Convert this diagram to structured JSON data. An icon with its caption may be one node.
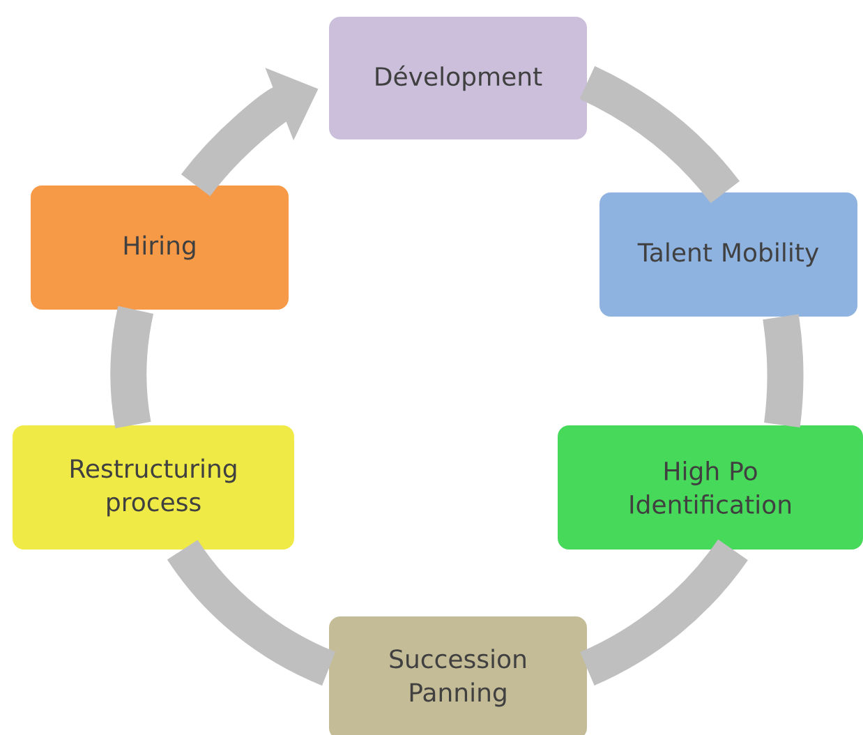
{
  "diagram": {
    "nodes": [
      {
        "text": [
          "Dévelopment"
        ]
      },
      {
        "text": [
          "Talent Mobility"
        ]
      },
      {
        "text": [
          "High Po Identification"
        ]
      },
      {
        "text": [
          "Succession Panning"
        ]
      },
      {
        "text": [
          "Restructuring process"
        ]
      },
      {
        "text": [
          "Hiring"
        ]
      }
    ],
    "edges": [
      {
        "from": 0,
        "to": 1,
        "arrow": "none"
      },
      {
        "from": 1,
        "to": 2,
        "arrow": "none"
      },
      {
        "from": 2,
        "to": 3,
        "arrow": "none"
      },
      {
        "from": 3,
        "to": 4,
        "arrow": "none"
      },
      {
        "from": 4,
        "to": 5,
        "arrow": "none"
      },
      {
        "from": 5,
        "to": 0,
        "arrow": "to"
      }
    ]
  }
}
